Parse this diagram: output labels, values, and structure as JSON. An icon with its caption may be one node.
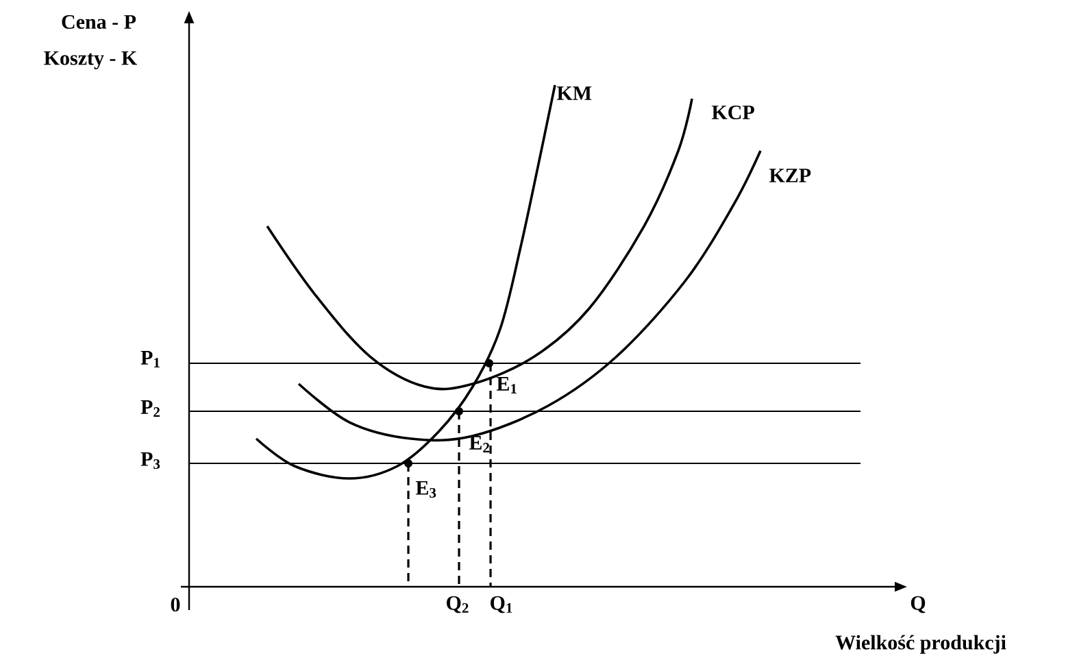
{
  "diagram": {
    "labels": [
      "Cena - P",
      "Koszty - K",
      "KM",
      "KCP",
      "KZP",
      "P$_{1}$",
      "E$_{1}$",
      "P$_{2}$",
      "E$_{2}$",
      "P$_{3}$",
      "E$_{3}$",
      "0",
      "Q$_{2}$",
      "Q$_{1}$",
      "Q",
      "Wielkość produkcji"
    ]
  }
}
